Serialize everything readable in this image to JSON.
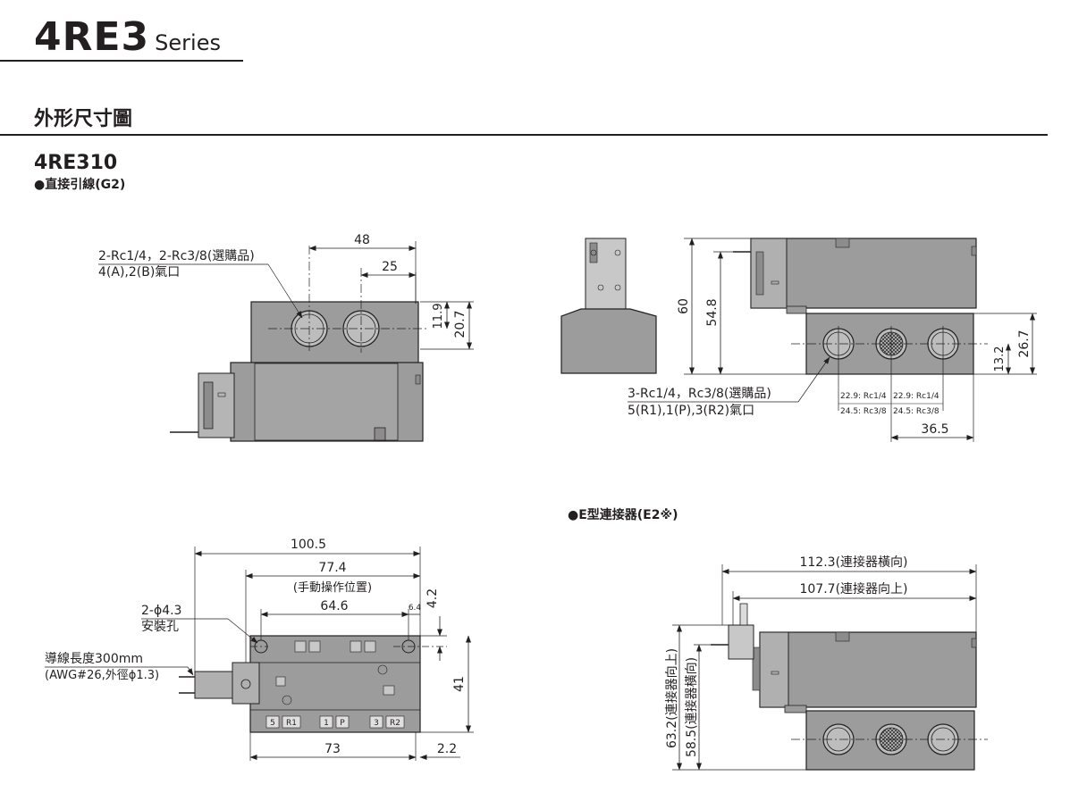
{
  "header": {
    "series": "4RE3",
    "series_suffix": "Series"
  },
  "section": {
    "title": "外形尺寸圖"
  },
  "model": "4RE310",
  "variants": {
    "g2": "●直接引線(G2)",
    "e2": "●E型連接器(E2※)"
  },
  "views": {
    "top_left": {
      "port_note": [
        "2-Rc1/4，2-Rc3/8(選購品)",
        "4(A),2(B)氣口"
      ],
      "dims": [
        "48",
        "25",
        "11.9",
        "20.7"
      ]
    },
    "top_right": {
      "port_note": [
        "3-Rc1/4，Rc3/8(選購品)",
        "5(R1),1(P),3(R2)氣口"
      ],
      "dims": [
        "60",
        "54.8",
        "13.2",
        "26.7",
        "36.5"
      ],
      "pitch_labels": [
        "22.9: Rc1/4",
        "24.5: Rc3/8",
        "22.9: Rc1/4",
        "24.5: Rc3/8"
      ]
    },
    "bottom_left": {
      "dims": [
        "100.5",
        "77.4",
        "(手動操作位置)",
        "64.6",
        "6.4",
        "4.2",
        "41",
        "73",
        "2.2"
      ],
      "mount_note": [
        "2-ϕ4.3",
        "安裝孔"
      ],
      "lead_note": [
        "導線長度300mm",
        "(AWG#26,外徑ϕ1.3)"
      ],
      "port_marks": [
        "5",
        "R1",
        "1",
        "P",
        "3",
        "R2"
      ]
    },
    "bottom_right": {
      "dims": [
        "112.3(連接器橫向)",
        "107.7(連接器向上)",
        "63.2(連接器向上)",
        "58.5(連接器橫向)"
      ]
    }
  }
}
